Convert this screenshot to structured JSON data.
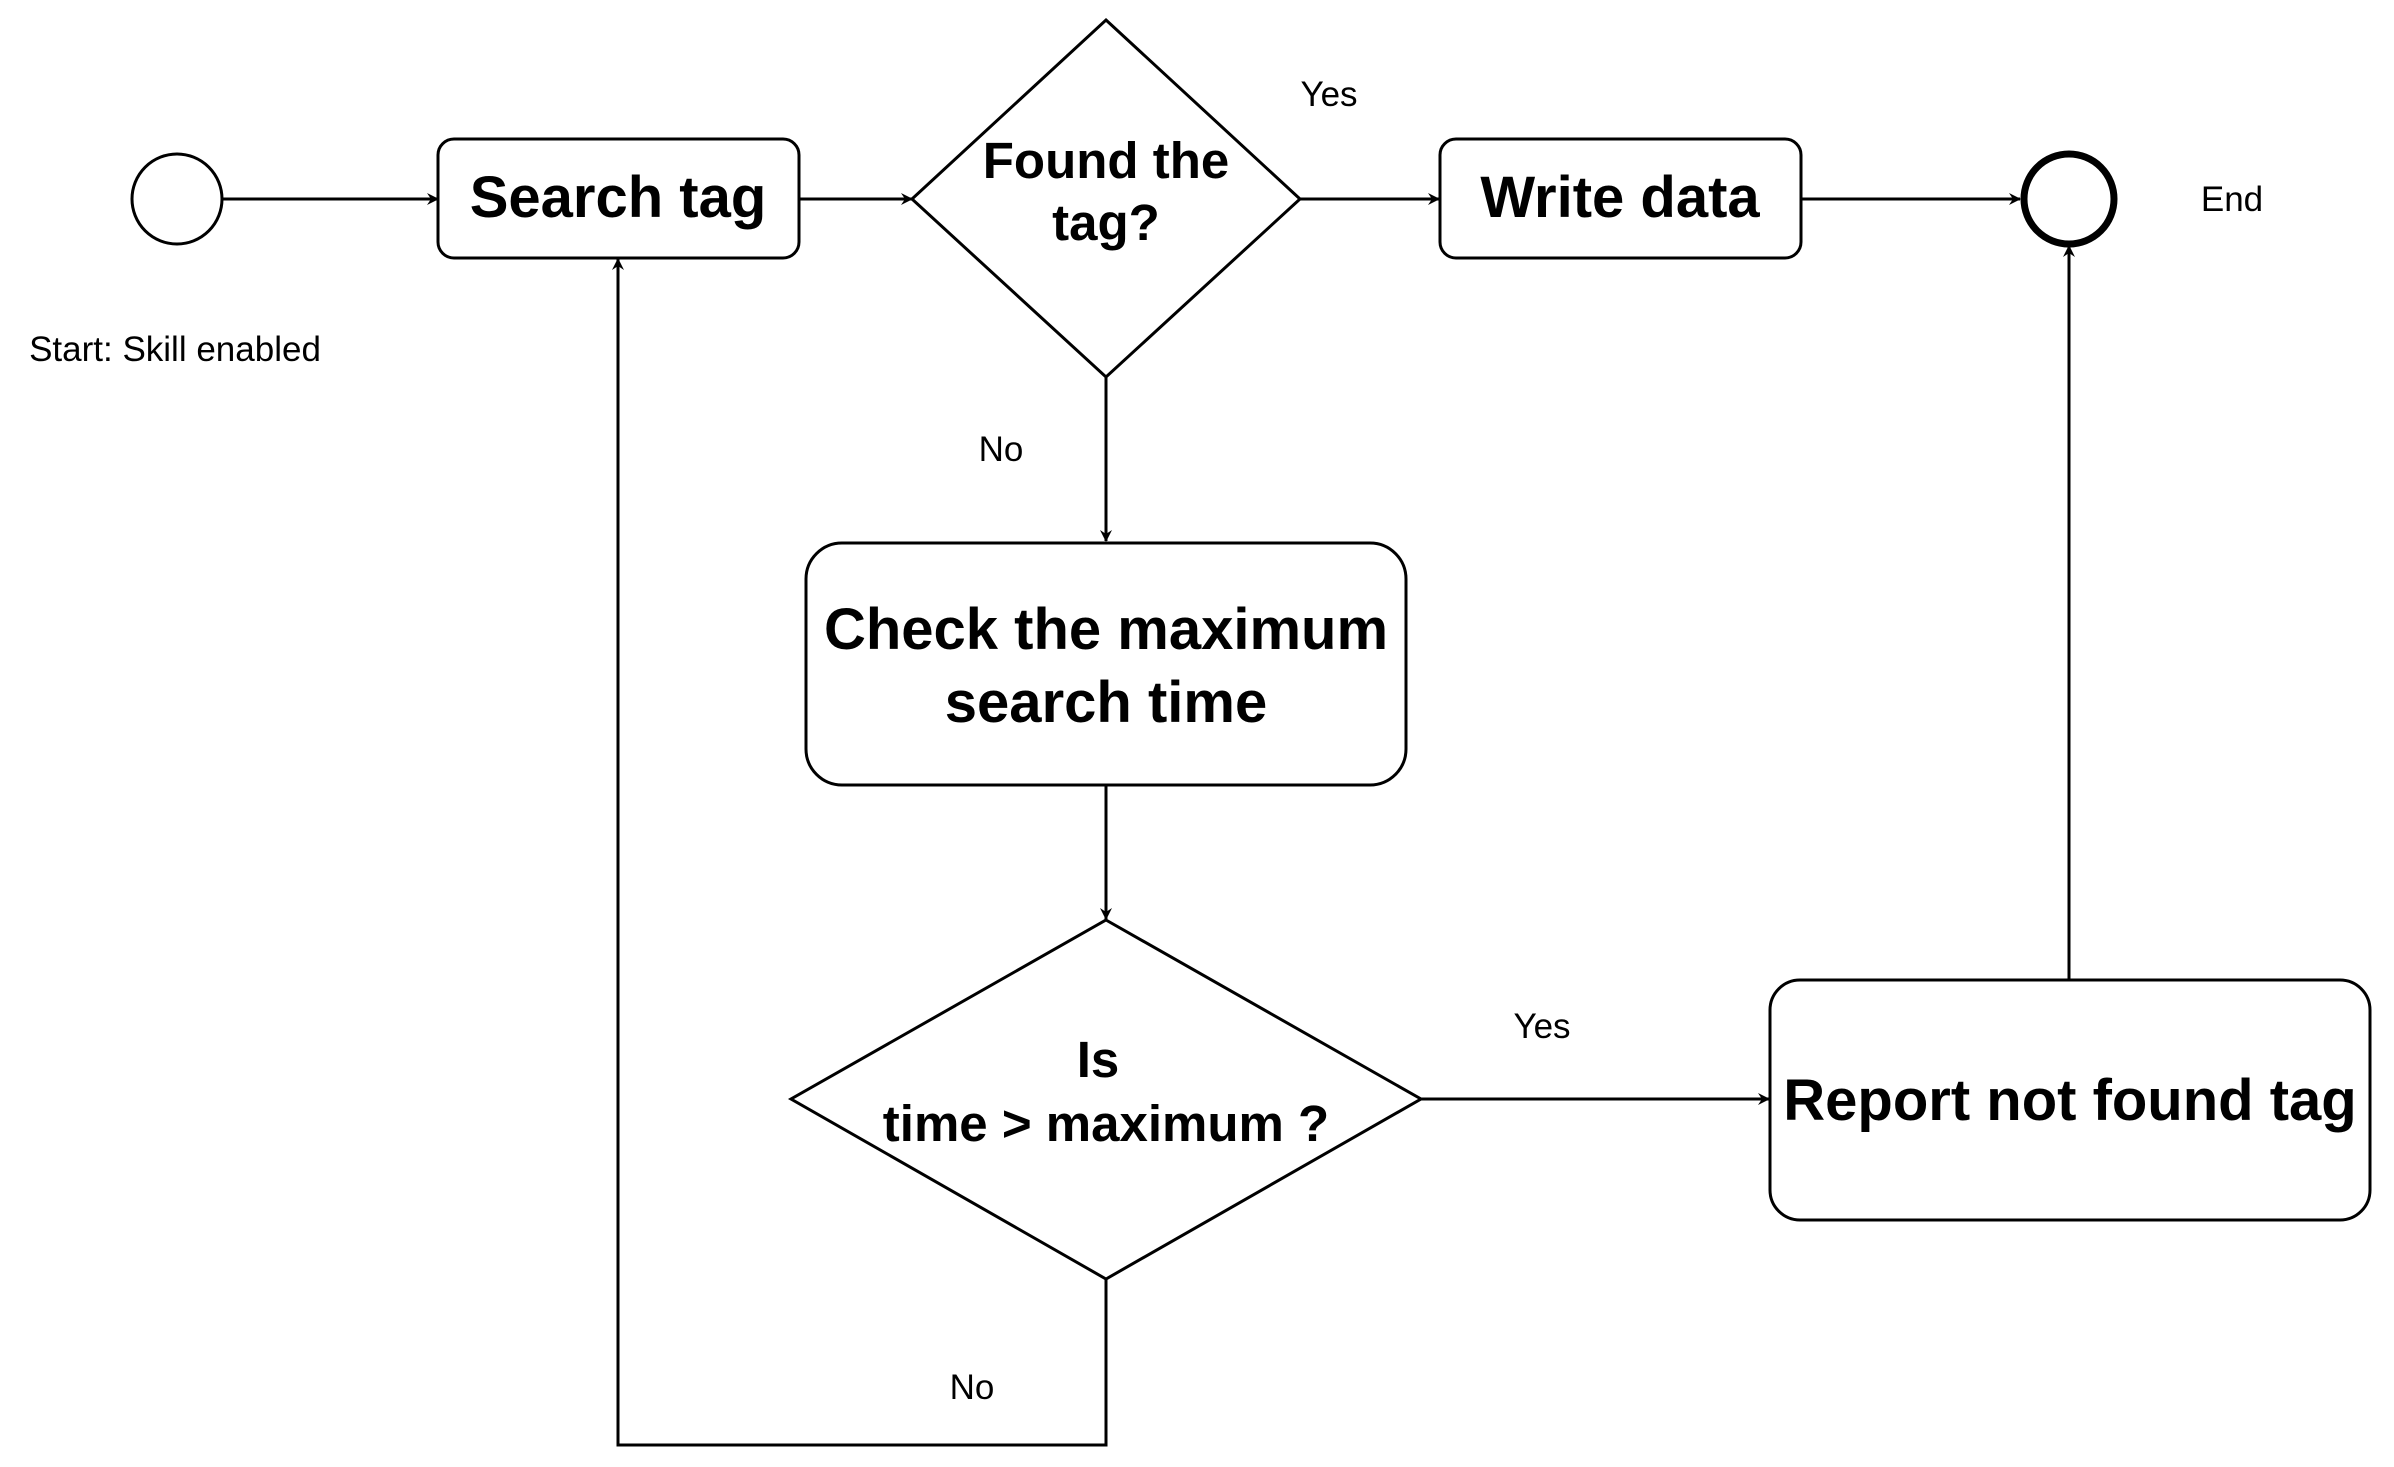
{
  "diagram": {
    "nodes": {
      "start": {
        "label": "Start: Skill enabled"
      },
      "search_tag": {
        "label": "Search tag"
      },
      "found_tag": {
        "line1": "Found the",
        "line2": "tag?"
      },
      "write_data": {
        "label": "Write data"
      },
      "end": {
        "label": "End"
      },
      "check_max": {
        "line1": "Check the maximum",
        "line2": "search time"
      },
      "time_check": {
        "line1": "Is",
        "line2": "time > maximum ?"
      },
      "report": {
        "label": "Report not found tag"
      }
    },
    "edges": {
      "found_yes": "Yes",
      "found_no": "No",
      "time_yes": "Yes",
      "time_no": "No"
    }
  }
}
